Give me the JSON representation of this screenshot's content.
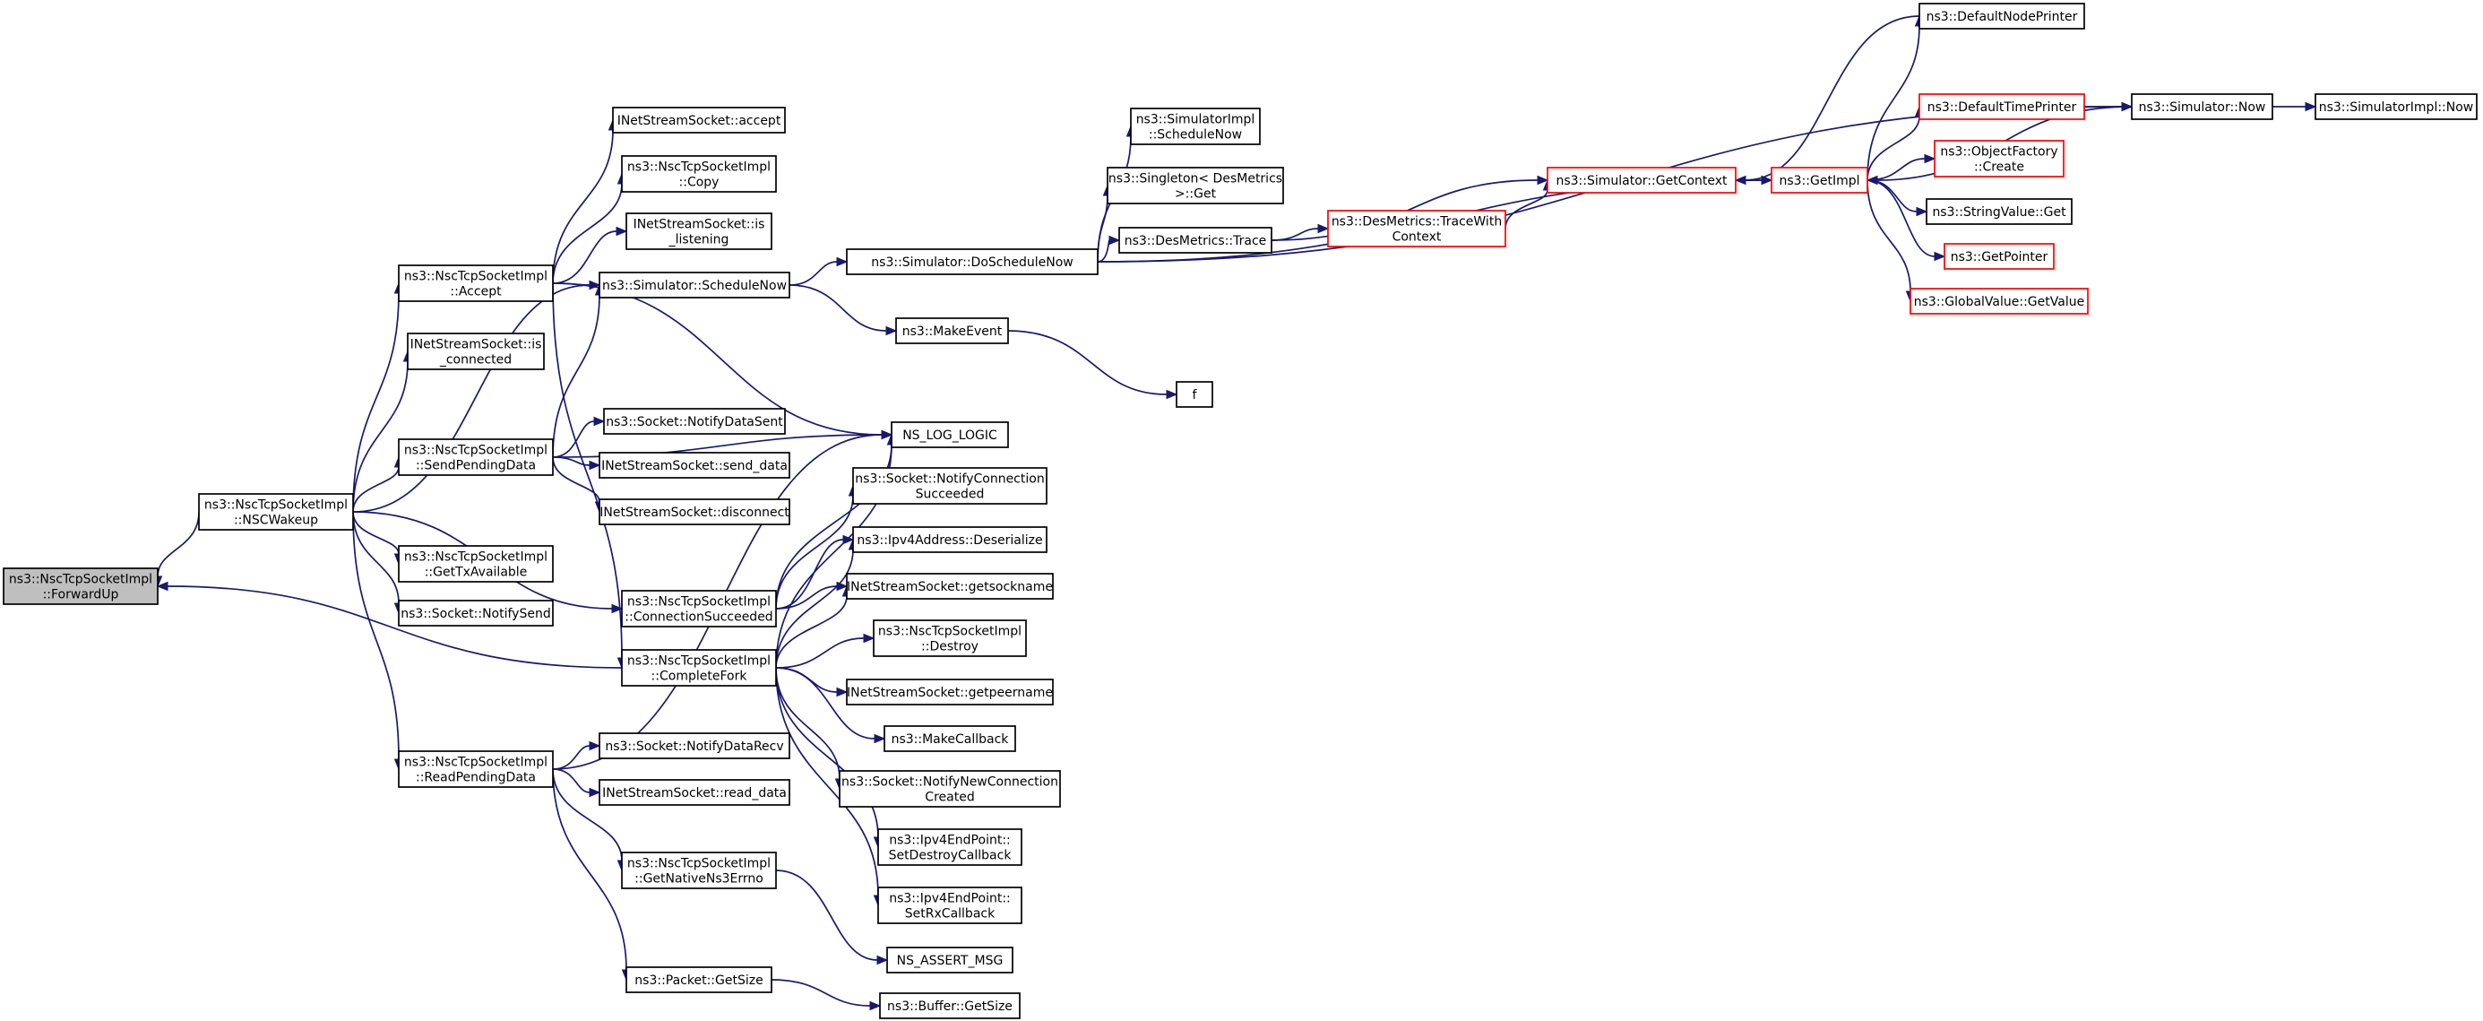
{
  "colors": {
    "edge": "#191970",
    "node_border": "#000000",
    "node_border_truncated": "#ff0000",
    "root_fill": "#bfbfbf",
    "background": "#ffffff"
  },
  "nodes": [
    {
      "id": "forwardup",
      "lines": [
        "ns3::NscTcpSocketImpl",
        "::ForwardUp"
      ],
      "kind": "root"
    },
    {
      "id": "nscwakeup",
      "lines": [
        "ns3::NscTcpSocketImpl",
        "::NSCWakeup"
      ]
    },
    {
      "id": "accept",
      "lines": [
        "ns3::NscTcpSocketImpl",
        "::Accept"
      ]
    },
    {
      "id": "isconnected",
      "lines": [
        "INetStreamSocket::is",
        "_connected"
      ]
    },
    {
      "id": "sendpending",
      "lines": [
        "ns3::NscTcpSocketImpl",
        "::SendPendingData"
      ]
    },
    {
      "id": "gettx",
      "lines": [
        "ns3::NscTcpSocketImpl",
        "::GetTxAvailable"
      ]
    },
    {
      "id": "notifysend",
      "lines": [
        "ns3::Socket::NotifySend"
      ]
    },
    {
      "id": "readpending",
      "lines": [
        "ns3::NscTcpSocketImpl",
        "::ReadPendingData"
      ]
    },
    {
      "id": "completefork",
      "lines": [
        "ns3::NscTcpSocketImpl",
        "::CompleteFork"
      ]
    },
    {
      "id": "connsucceeded",
      "lines": [
        "ns3::NscTcpSocketImpl",
        "::ConnectionSucceeded"
      ]
    },
    {
      "id": "inetaccept",
      "lines": [
        "INetStreamSocket::accept"
      ]
    },
    {
      "id": "copy",
      "lines": [
        "ns3::NscTcpSocketImpl",
        "::Copy"
      ]
    },
    {
      "id": "islistening",
      "lines": [
        "INetStreamSocket::is",
        "_listening"
      ]
    },
    {
      "id": "schedulenow",
      "lines": [
        "ns3::Simulator::ScheduleNow"
      ]
    },
    {
      "id": "nslog",
      "lines": [
        "NS_LOG_LOGIC"
      ]
    },
    {
      "id": "notifydatasent",
      "lines": [
        "ns3::Socket::NotifyDataSent"
      ]
    },
    {
      "id": "senddata",
      "lines": [
        "INetStreamSocket::send_data"
      ]
    },
    {
      "id": "disconnect",
      "lines": [
        "INetStreamSocket::disconnect"
      ]
    },
    {
      "id": "notifyconnsucc",
      "lines": [
        "ns3::Socket::NotifyConnection",
        "Succeeded"
      ]
    },
    {
      "id": "deserialize",
      "lines": [
        "ns3::Ipv4Address::Deserialize"
      ]
    },
    {
      "id": "getsockname",
      "lines": [
        "INetStreamSocket::getsockname"
      ]
    },
    {
      "id": "destroy",
      "lines": [
        "ns3::NscTcpSocketImpl",
        "::Destroy"
      ]
    },
    {
      "id": "getpeername",
      "lines": [
        "INetStreamSocket::getpeername"
      ]
    },
    {
      "id": "makecallback",
      "lines": [
        "ns3::MakeCallback"
      ]
    },
    {
      "id": "notifynewconn",
      "lines": [
        "ns3::Socket::NotifyNewConnection",
        "Created"
      ]
    },
    {
      "id": "setdestroycb",
      "lines": [
        "ns3::Ipv4EndPoint::",
        "SetDestroyCallback"
      ]
    },
    {
      "id": "setrxcb",
      "lines": [
        "ns3::Ipv4EndPoint::",
        "SetRxCallback"
      ]
    },
    {
      "id": "notifydatarecv",
      "lines": [
        "ns3::Socket::NotifyDataRecv"
      ]
    },
    {
      "id": "readdata",
      "lines": [
        "INetStreamSocket::read_data"
      ]
    },
    {
      "id": "getnativeerrno",
      "lines": [
        "ns3::NscTcpSocketImpl",
        "::GetNativeNs3Errno"
      ]
    },
    {
      "id": "assertmsg",
      "lines": [
        "NS_ASSERT_MSG"
      ]
    },
    {
      "id": "packetgetsize",
      "lines": [
        "ns3::Packet::GetSize"
      ]
    },
    {
      "id": "buffergetsize",
      "lines": [
        "ns3::Buffer::GetSize"
      ]
    },
    {
      "id": "doschedulenow",
      "lines": [
        "ns3::Simulator::DoScheduleNow"
      ]
    },
    {
      "id": "makeevent",
      "lines": [
        "ns3::MakeEvent"
      ]
    },
    {
      "id": "f",
      "lines": [
        "f"
      ]
    },
    {
      "id": "simimplschedulenow",
      "lines": [
        "ns3::SimulatorImpl",
        "::ScheduleNow"
      ]
    },
    {
      "id": "singletonget",
      "lines": [
        "ns3::Singleton< DesMetrics",
        ">::Get"
      ]
    },
    {
      "id": "desmetricstrace",
      "lines": [
        "ns3::DesMetrics::Trace"
      ]
    },
    {
      "id": "tracewithcontext",
      "lines": [
        "ns3::DesMetrics::TraceWith",
        "Context"
      ],
      "kind": "red"
    },
    {
      "id": "getcontext",
      "lines": [
        "ns3::Simulator::GetContext"
      ],
      "kind": "red"
    },
    {
      "id": "getimpl",
      "lines": [
        "ns3::GetImpl"
      ],
      "kind": "red"
    },
    {
      "id": "defaultnodeprinter",
      "lines": [
        "ns3::DefaultNodePrinter"
      ]
    },
    {
      "id": "defaulttimeprinter",
      "lines": [
        "ns3::DefaultTimePrinter"
      ],
      "kind": "red"
    },
    {
      "id": "simnow",
      "lines": [
        "ns3::Simulator::Now"
      ]
    },
    {
      "id": "simimplnow",
      "lines": [
        "ns3::SimulatorImpl::Now"
      ]
    },
    {
      "id": "objfactorycreate",
      "lines": [
        "ns3::ObjectFactory",
        "::Create"
      ],
      "kind": "red"
    },
    {
      "id": "stringvalueget",
      "lines": [
        "ns3::StringValue::Get"
      ]
    },
    {
      "id": "getpointer",
      "lines": [
        "ns3::GetPointer"
      ],
      "kind": "red"
    },
    {
      "id": "globalvalueget",
      "lines": [
        "ns3::GlobalValue::GetValue"
      ],
      "kind": "red"
    }
  ],
  "edges": [
    [
      "nscwakeup",
      "forwardup"
    ],
    [
      "completefork",
      "forwardup"
    ],
    [
      "nscwakeup",
      "accept"
    ],
    [
      "nscwakeup",
      "isconnected"
    ],
    [
      "nscwakeup",
      "sendpending"
    ],
    [
      "nscwakeup",
      "gettx"
    ],
    [
      "nscwakeup",
      "notifysend"
    ],
    [
      "nscwakeup",
      "readpending"
    ],
    [
      "nscwakeup",
      "connsucceeded"
    ],
    [
      "nscwakeup",
      "schedulenow"
    ],
    [
      "accept",
      "inetaccept"
    ],
    [
      "accept",
      "copy"
    ],
    [
      "accept",
      "islistening"
    ],
    [
      "accept",
      "schedulenow"
    ],
    [
      "accept",
      "nslog"
    ],
    [
      "accept",
      "completefork"
    ],
    [
      "sendpending",
      "nslog"
    ],
    [
      "sendpending",
      "schedulenow"
    ],
    [
      "sendpending",
      "notifydatasent"
    ],
    [
      "sendpending",
      "senddata"
    ],
    [
      "sendpending",
      "disconnect"
    ],
    [
      "readpending",
      "nslog"
    ],
    [
      "readpending",
      "notifydatarecv"
    ],
    [
      "readpending",
      "readdata"
    ],
    [
      "readpending",
      "getnativeerrno"
    ],
    [
      "readpending",
      "packetgetsize"
    ],
    [
      "connsucceeded",
      "nslog"
    ],
    [
      "connsucceeded",
      "notifyconnsucc"
    ],
    [
      "connsucceeded",
      "deserialize"
    ],
    [
      "connsucceeded",
      "getsockname"
    ],
    [
      "completefork",
      "nslog"
    ],
    [
      "completefork",
      "deserialize"
    ],
    [
      "completefork",
      "getsockname"
    ],
    [
      "completefork",
      "destroy"
    ],
    [
      "completefork",
      "getpeername"
    ],
    [
      "completefork",
      "makecallback"
    ],
    [
      "completefork",
      "notifynewconn"
    ],
    [
      "completefork",
      "setdestroycb"
    ],
    [
      "completefork",
      "setrxcb"
    ],
    [
      "getnativeerrno",
      "assertmsg"
    ],
    [
      "packetgetsize",
      "buffergetsize"
    ],
    [
      "schedulenow",
      "doschedulenow"
    ],
    [
      "schedulenow",
      "makeevent"
    ],
    [
      "makeevent",
      "f"
    ],
    [
      "doschedulenow",
      "simimplschedulenow"
    ],
    [
      "doschedulenow",
      "singletonget"
    ],
    [
      "doschedulenow",
      "desmetricstrace"
    ],
    [
      "doschedulenow",
      "getimpl"
    ],
    [
      "doschedulenow",
      "simnow"
    ],
    [
      "desmetricstrace",
      "tracewithcontext"
    ],
    [
      "desmetricstrace",
      "getcontext"
    ],
    [
      "tracewithcontext",
      "getcontext"
    ],
    [
      "getcontext",
      "getimpl"
    ],
    [
      "defaultnodeprinter",
      "getcontext"
    ],
    [
      "getimpl",
      "defaultnodeprinter"
    ],
    [
      "getimpl",
      "defaulttimeprinter"
    ],
    [
      "getimpl",
      "objfactorycreate"
    ],
    [
      "getimpl",
      "stringvalueget"
    ],
    [
      "getimpl",
      "getpointer"
    ],
    [
      "getimpl",
      "globalvalueget"
    ],
    [
      "defaulttimeprinter",
      "simnow"
    ],
    [
      "simnow",
      "getimpl"
    ],
    [
      "simnow",
      "simimplnow"
    ]
  ]
}
